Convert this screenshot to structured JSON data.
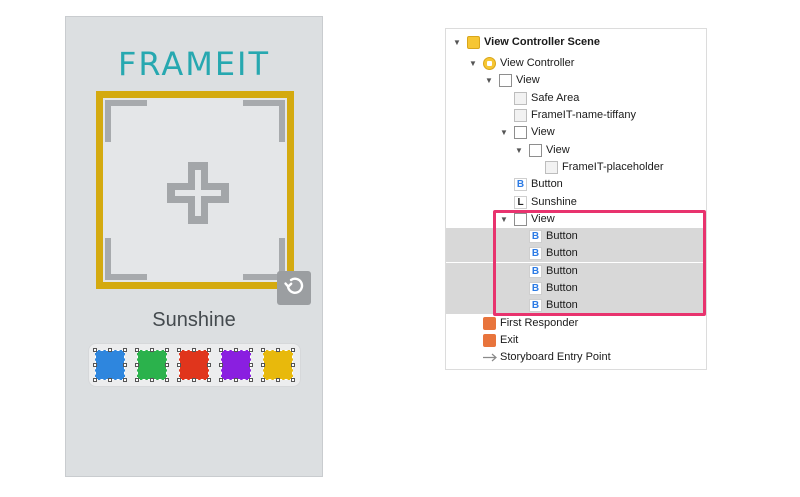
{
  "app": {
    "logo_main": "FRAMEIT",
    "frame_name": "Sunshine",
    "colors": {
      "frame": "#d4aa10",
      "logo": "#27a8b0",
      "swatches": [
        "#2e86de",
        "#2bb24c",
        "#e0351c",
        "#8a1fe0",
        "#e8b90c"
      ]
    }
  },
  "outline": {
    "rows": [
      {
        "label": "View Controller Scene",
        "bold": true
      },
      {
        "label": "View Controller"
      },
      {
        "label": "View"
      },
      {
        "label": "Safe Area"
      },
      {
        "label": "FrameIT-name-tiffany"
      },
      {
        "label": "View"
      },
      {
        "label": "View"
      },
      {
        "label": "FrameIT-placeholder"
      },
      {
        "label": "Button",
        "icon_text": "B"
      },
      {
        "label": "Sunshine",
        "icon_text": "L"
      },
      {
        "label": "View"
      },
      {
        "label": "Button",
        "icon_text": "B"
      },
      {
        "label": "Button",
        "icon_text": "B"
      },
      {
        "label": "Button",
        "icon_text": "B"
      },
      {
        "label": "Button",
        "icon_text": "B"
      },
      {
        "label": "Button",
        "icon_text": "B"
      },
      {
        "label": "First Responder"
      },
      {
        "label": "Exit"
      },
      {
        "label": "Storyboard Entry Point"
      }
    ],
    "highlight_color": "#e8336e"
  }
}
